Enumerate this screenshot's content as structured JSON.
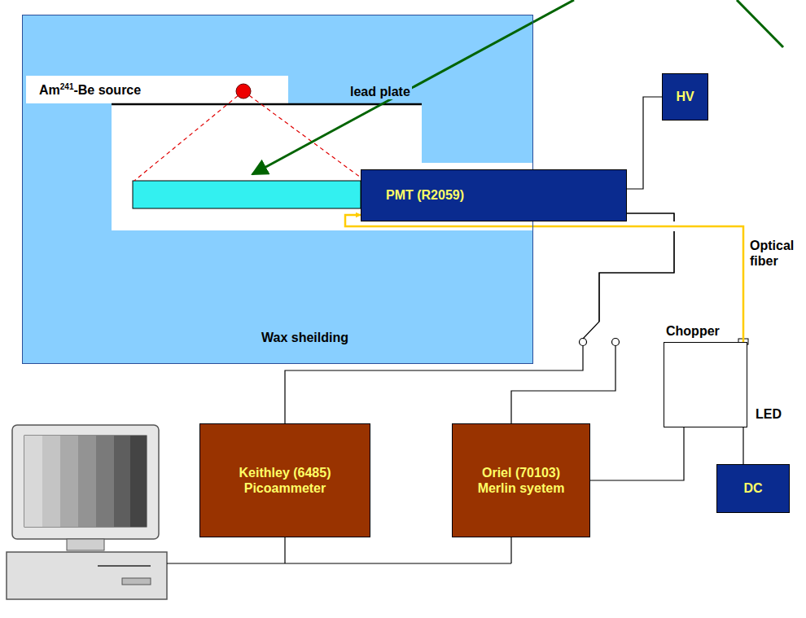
{
  "diagram": {
    "nodes": [
      {
        "text": [
          "Wax sheilding"
        ]
      },
      {
        "text": [
          "PMT (R2059)"
        ]
      },
      {
        "text": [
          "HV"
        ]
      },
      {
        "text": [
          "Chopper"
        ]
      },
      {
        "text": [
          "DC"
        ]
      },
      {
        "text": [
          "Keithley (6485) Picoammeter"
        ]
      },
      {
        "text": [
          "Oriel (70103) Merlin syetem"
        ]
      }
    ],
    "edges": [
      {
        "from": 1,
        "to": 2,
        "arrow": "none"
      },
      {
        "from": 3,
        "to": 1,
        "label": "Optical fiber",
        "arrow": "to"
      },
      {
        "from": 1,
        "to": 5,
        "arrow": "none"
      },
      {
        "from": 1,
        "to": 6,
        "arrow": "none"
      },
      {
        "from": 6,
        "to": 3,
        "arrow": "none"
      },
      {
        "from": 3,
        "to": 4,
        "arrow": "none"
      }
    ],
    "labels": [
      "Am",
      "241",
      "-Be source",
      "lead plate",
      "LED"
    ]
  }
}
